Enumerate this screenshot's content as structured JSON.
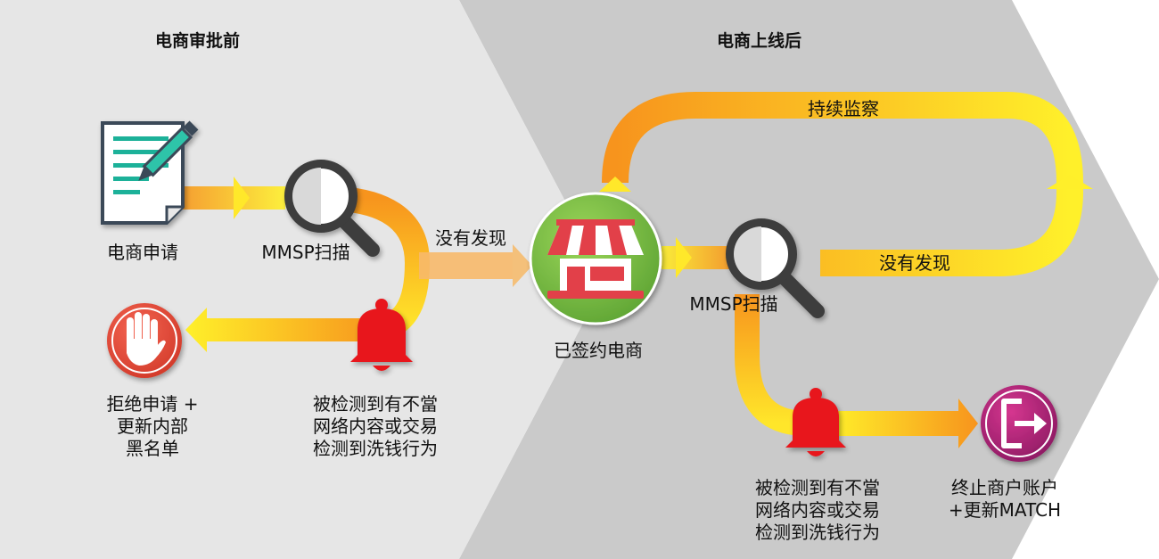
{
  "sections": {
    "before_title": "电商审批前",
    "after_title": "电商上线后"
  },
  "nodes": {
    "apply": "电商申请",
    "scan1": "MMSP扫描",
    "no_find1": "没有发现",
    "signed": "已签约电商",
    "reject": [
      "拒绝申请 +",
      "更新内部",
      "黑名单"
    ],
    "detect1": [
      "被检测到有不當",
      "网络内容或交易",
      "检测到洗钱行为"
    ],
    "monitor": "持续监察",
    "scan2": "MMSP扫描",
    "no_find2": "没有发现",
    "detect2": [
      "被检测到有不當",
      "网络内容或交易",
      "检测到洗钱行为"
    ],
    "terminate": [
      "终止商户账户",
      "+更新MATCH"
    ]
  },
  "icons": {
    "apply": "document-pencil-icon",
    "scan": "magnifier-icon",
    "alert": "bell-icon",
    "reject": "stop-hand-icon",
    "signed": "storefront-icon",
    "terminate": "exit-icon"
  },
  "colors": {
    "panel_before": "#e6e6e6",
    "panel_after": "#cacaca",
    "flow_orange": "#f7941d",
    "flow_yellow": "#ffef26",
    "bell": "#e8141b",
    "reject_circle": "#e84e3c",
    "signed_circle": "#7ac143",
    "terminate_circle": "#b4237c"
  }
}
